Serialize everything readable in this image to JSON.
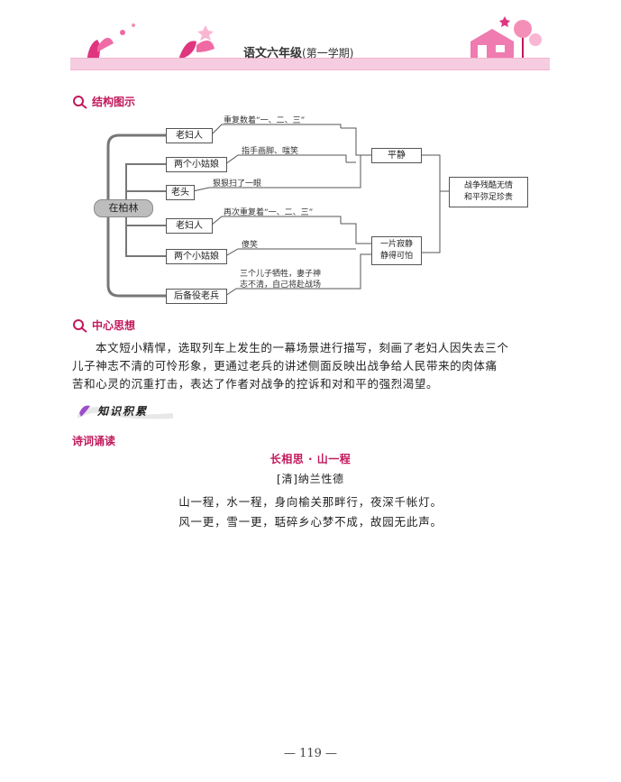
{
  "header": {
    "title": "语文六年级",
    "subtitle": "(第一学期)"
  },
  "structure": {
    "heading": "结构图示",
    "center": "在柏林",
    "branches": [
      {
        "node": "老妇人",
        "label": "重复数着“一、二、三”"
      },
      {
        "node": "两个小姑娘",
        "label": "指手画脚、嗤笑"
      },
      {
        "node": "老头",
        "label": "狠狠扫了一眼"
      },
      {
        "node": "老妇人",
        "label": "再次重复着“一、二、三”"
      },
      {
        "node": "两个小姑娘",
        "label": "傻笑"
      },
      {
        "node": "后备役老兵",
        "label_line1": "三个儿子牺牲，妻子神",
        "label_line2": "志不清，自己将赴战场"
      }
    ],
    "mid_top": "平静",
    "mid_bottom_line1": "一片寂静",
    "mid_bottom_line2": "静得可怕",
    "result_line1": "战争残酷无情",
    "result_line2": "和平弥足珍贵"
  },
  "central_idea": {
    "heading": "中心思想",
    "line1": "本文短小精悍，选取列车上发生的一幕场景进行描写，刻画了老妇人因失去三个",
    "line2": "儿子神志不清的可怜形象，更通过老兵的讲述侧面反映出战争给人民带来的肉体痛",
    "line3": "苦和心灵的沉重打击，表达了作者对战争的控诉和对和平的强烈渴望。"
  },
  "knowledge": {
    "heading": "知识积累"
  },
  "poetry": {
    "heading": "诗词诵读",
    "title": "长相思 · 山一程",
    "author": "[清]纳兰性德",
    "line1": "山一程，水一程，身向榆关那畔行，夜深千帐灯。",
    "line2": "风一更，雪一更，聒碎乡心梦不成，故园无此声。"
  },
  "page_number": "— 119 —"
}
